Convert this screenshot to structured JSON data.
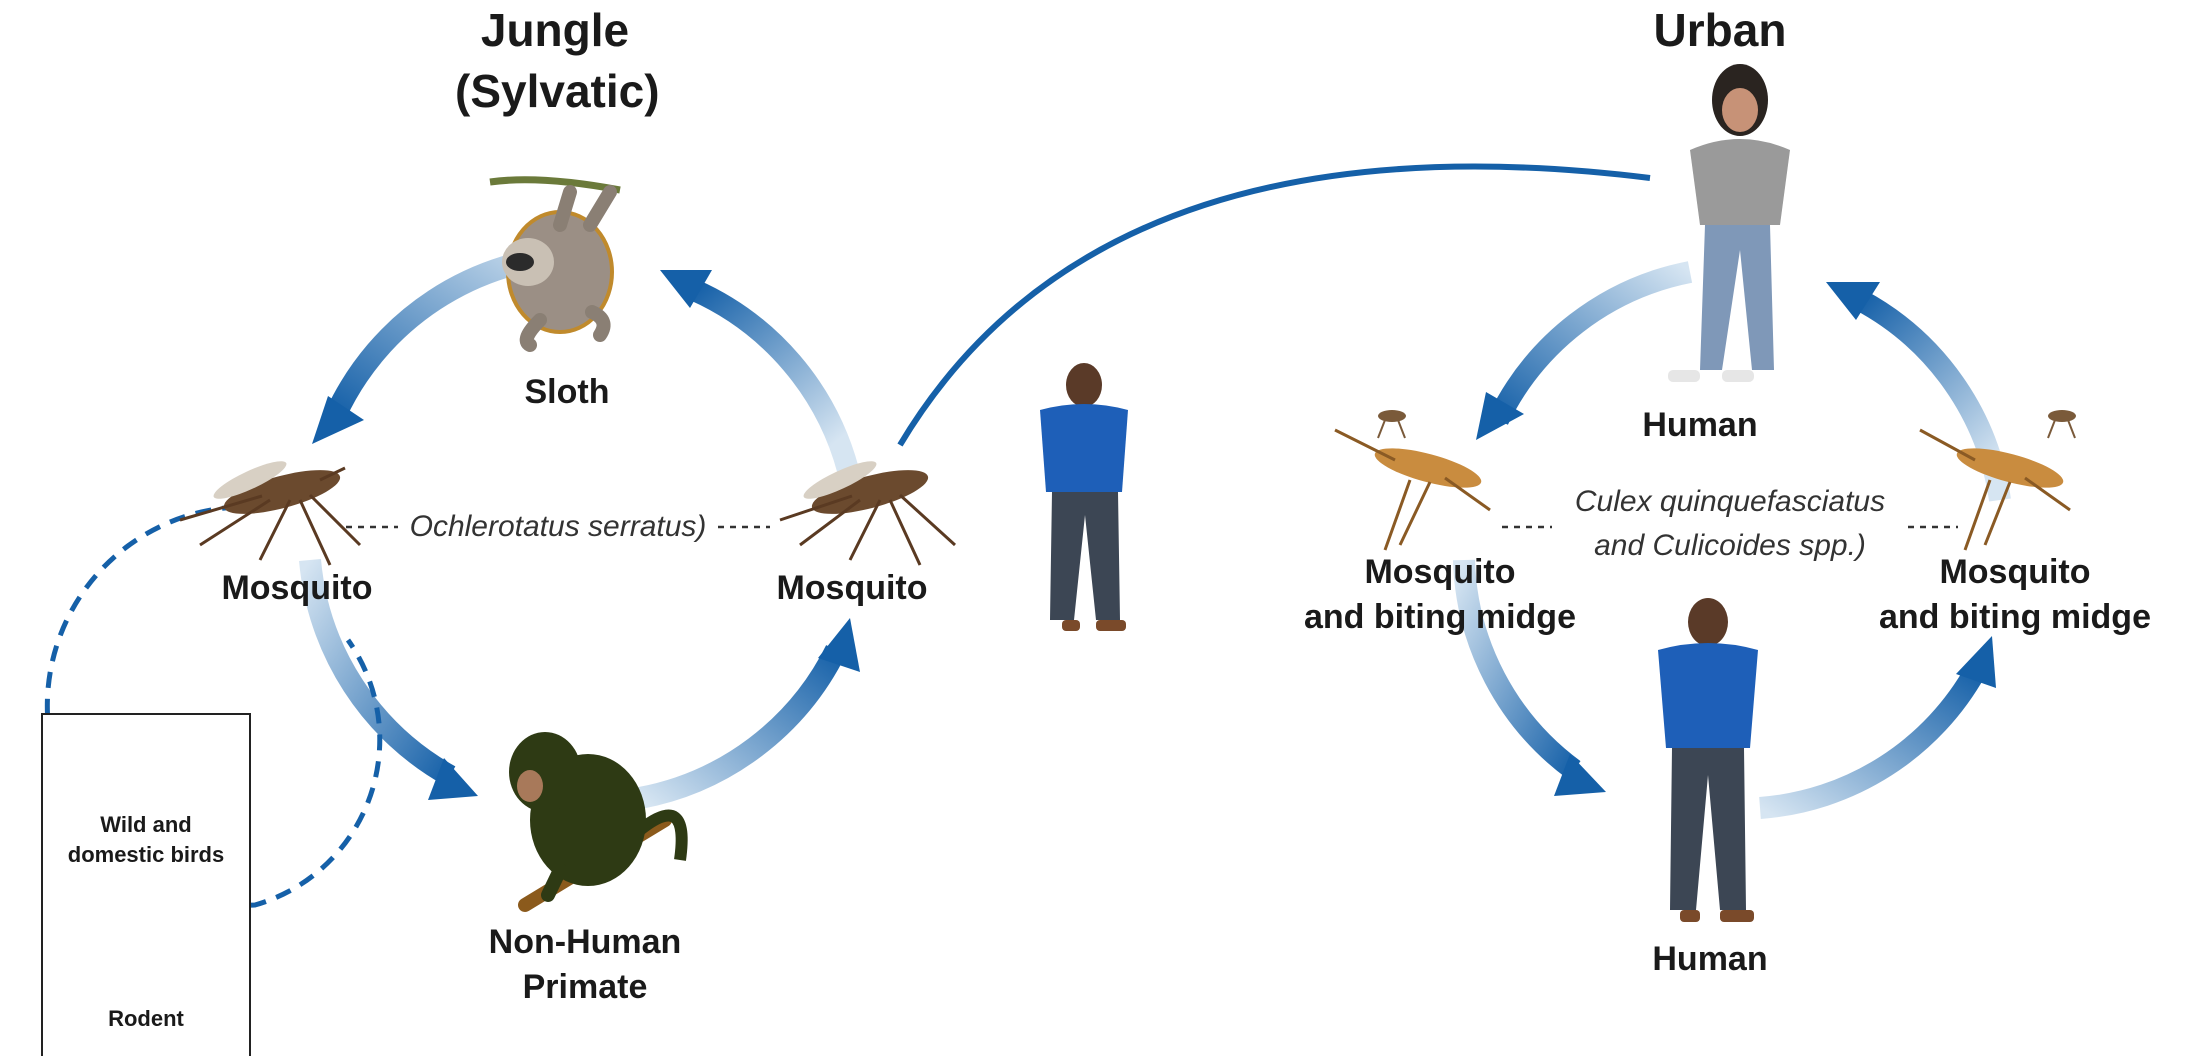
{
  "jungle": {
    "title_line1": "Jungle",
    "title_line2": "(Sylvatic)",
    "sloth_label": "Sloth",
    "mosquito_left_label": "Mosquito",
    "mosquito_right_label": "Mosquito",
    "primate_line1": "Non-Human",
    "primate_line2": "Primate",
    "species_text": "Ochlerotatus serratus)"
  },
  "urban": {
    "title": "Urban",
    "human_top_label": "Human",
    "human_bottom_label": "Human",
    "vector_left_line1": "Mosquito",
    "vector_left_line2": "and biting midge",
    "vector_right_line1": "Mosquito",
    "vector_right_line2": "and biting midge",
    "species_line1": "Culex quinquefasciatus",
    "species_line2": "and Culicoides spp.)"
  },
  "legend": {
    "birds_line1": "Wild and",
    "birds_line2": "domestic birds",
    "rodent": "Rodent"
  },
  "colors": {
    "arrow_dark": "#1560a8",
    "arrow_light": "#d6e5f2",
    "text": "#1a1a1a"
  }
}
